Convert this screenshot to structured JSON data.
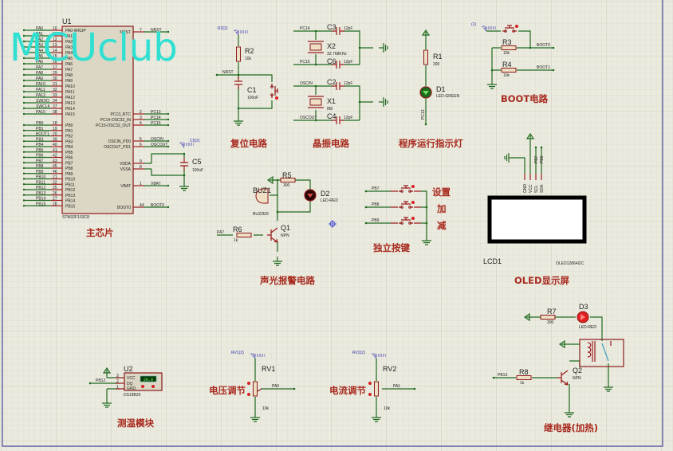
{
  "watermark": "MCUclub",
  "colors": {
    "wire": "#1e6a1e",
    "component": "#8a1a1a",
    "title": "#a82a1e",
    "background": "#ebeadf",
    "watermark": "#2fe0d2",
    "probe": "#3030b0"
  },
  "u1": {
    "ref": "U1",
    "part": "STM32F103C8",
    "title": "主芯片",
    "left_pins": [
      {
        "net": "PA0",
        "num": "10",
        "pin": "PA0-WKUP"
      },
      {
        "net": "PA1",
        "num": "11",
        "pin": "PA1"
      },
      {
        "net": "PA2",
        "num": "12",
        "pin": "PA2"
      },
      {
        "net": "PA3",
        "num": "13",
        "pin": "PA3"
      },
      {
        "net": "PA4",
        "num": "14",
        "pin": "PA4"
      },
      {
        "net": "PA5",
        "num": "15",
        "pin": "PA5"
      },
      {
        "net": "PA6",
        "num": "16",
        "pin": "PA6"
      },
      {
        "net": "PA7",
        "num": "17",
        "pin": "PA7"
      },
      {
        "net": "PA8",
        "num": "29",
        "pin": "PA8"
      },
      {
        "net": "PA9",
        "num": "30",
        "pin": "PA9"
      },
      {
        "net": "PA10",
        "num": "31",
        "pin": "PA10"
      },
      {
        "net": "PA11",
        "num": "32",
        "pin": "PA11"
      },
      {
        "net": "PA12",
        "num": "33",
        "pin": "PA12"
      },
      {
        "net": "SWDIO",
        "num": "34",
        "pin": "PA13"
      },
      {
        "net": "SWCLK",
        "num": "37",
        "pin": "PA14"
      },
      {
        "net": "PA15",
        "num": "38",
        "pin": "PA15"
      },
      {
        "net": "PB0",
        "num": "18",
        "pin": "PB0"
      },
      {
        "net": "PB1",
        "num": "19",
        "pin": "PB1"
      },
      {
        "net": "BOOT1",
        "num": "20",
        "pin": "PB2"
      },
      {
        "net": "PB3",
        "num": "39",
        "pin": "PB3"
      },
      {
        "net": "PB4",
        "num": "40",
        "pin": "PB4"
      },
      {
        "net": "PB5",
        "num": "41",
        "pin": "PB5"
      },
      {
        "net": "PB6",
        "num": "42",
        "pin": "PB6"
      },
      {
        "net": "PB7",
        "num": "43",
        "pin": "PB7"
      },
      {
        "net": "PB8",
        "num": "45",
        "pin": "PB8"
      },
      {
        "net": "PB9",
        "num": "46",
        "pin": "PB9"
      },
      {
        "net": "PB10",
        "num": "21",
        "pin": "PB10"
      },
      {
        "net": "PB11",
        "num": "22",
        "pin": "PB11"
      },
      {
        "net": "PB12",
        "num": "25",
        "pin": "PB12"
      },
      {
        "net": "PB13",
        "num": "26",
        "pin": "PB13"
      },
      {
        "net": "PB14",
        "num": "27",
        "pin": "PB14"
      },
      {
        "net": "PB15",
        "num": "28",
        "pin": "PB15"
      }
    ],
    "right_pins": [
      {
        "pin": "NRST",
        "num": "7",
        "net": "NRST"
      },
      {
        "pin": "PC13_RTC",
        "num": "2",
        "net": "PC13"
      },
      {
        "pin": "PC14-OSC32_IN",
        "num": "3",
        "net": "PC14"
      },
      {
        "pin": "PC15-OSC32_OUT",
        "num": "4",
        "net": "PC15"
      },
      {
        "pin": "OSCIN_PD0",
        "num": "5",
        "net": "OSCIN"
      },
      {
        "pin": "OSCOUT_PD1",
        "num": "6",
        "net": "OSCOUT"
      },
      {
        "pin": "VDDA",
        "num": "9",
        "net": ""
      },
      {
        "pin": "VSSA",
        "num": "8",
        "net": ""
      },
      {
        "pin": "VBAT",
        "num": "1",
        "net": "VBAT"
      },
      {
        "pin": "BOOT0",
        "num": "44",
        "net": "BOOT0"
      }
    ],
    "c5": {
      "ref": "C5",
      "value": "100nF",
      "probe": "C5(2)"
    }
  },
  "reset": {
    "title": "复位电路",
    "probe": "R2(2)",
    "r_ref": "R2",
    "r_val": "10k",
    "net": "NRST",
    "c_ref": "C1",
    "c_val": "100nF"
  },
  "crystal": {
    "title": "晶振电路",
    "c3": "C3",
    "c6": "C6",
    "c2": "C2",
    "c4": "C4",
    "cval": "12pF",
    "x2": "X2",
    "x2_val": "32.768KHz",
    "x1": "X1",
    "x1_val": "8M",
    "nets": [
      "PC14",
      "PC15",
      "OSCIN",
      "OSCOUT"
    ]
  },
  "led": {
    "title": "程序运行指示灯",
    "r_ref": "R1",
    "r_val": "300",
    "d_ref": "D1",
    "d_val": "LED-GREEN",
    "net": "PC13"
  },
  "boot": {
    "title": "BOOT电路",
    "probe": "(1)",
    "r3": "R3",
    "r4": "R4",
    "rval": "10k",
    "net0": "BOOT0",
    "net1": "BOOT1"
  },
  "alarm": {
    "title": "声光报警电路",
    "buz_ref": "BUZ1",
    "buz_val": "BUZZER",
    "r5": "R5",
    "r5_val": "300",
    "d2": "D2",
    "d2_val": "LED-RED",
    "q1": "Q1",
    "q1_val": "NPN",
    "r6": "R6",
    "r6_val": "1k",
    "net": "PA7"
  },
  "keys": {
    "title": "独立按键",
    "items": [
      {
        "net": "PB7",
        "label": "设置"
      },
      {
        "net": "PB8",
        "label": "加"
      },
      {
        "net": "PB9",
        "label": "减"
      }
    ]
  },
  "oled": {
    "title": "OLED显示屏",
    "ref": "LCD1",
    "part": "OLED12864I2C",
    "pins": [
      "GND",
      "VCC",
      "SCL",
      "SDA"
    ],
    "nets": [
      "PB7",
      "PB6"
    ]
  },
  "temp": {
    "title": "测温模块",
    "ref": "U2",
    "part": "DS18B20",
    "pins": [
      "VCC",
      "DQ",
      "GND"
    ],
    "pin_nums": [
      "3",
      "2",
      "1"
    ],
    "net": "PB12",
    "reading": "28.0"
  },
  "rv1": {
    "title": "电压调节",
    "ref": "RV1",
    "probe": "RV1(2)",
    "value": "10k",
    "net": "PA0"
  },
  "rv2": {
    "title": "电流调节",
    "ref": "RV2",
    "probe": "RV2(2)",
    "value": "10k",
    "net": "PA1"
  },
  "relay": {
    "title": "继电器(加热)",
    "r7": "R7",
    "r7_val": "300",
    "d3": "D3",
    "d3_val": "LED-RED",
    "r8": "R8",
    "r8_val": "1k",
    "q2": "Q2",
    "q2_val": "NPN",
    "net": "PB13"
  }
}
